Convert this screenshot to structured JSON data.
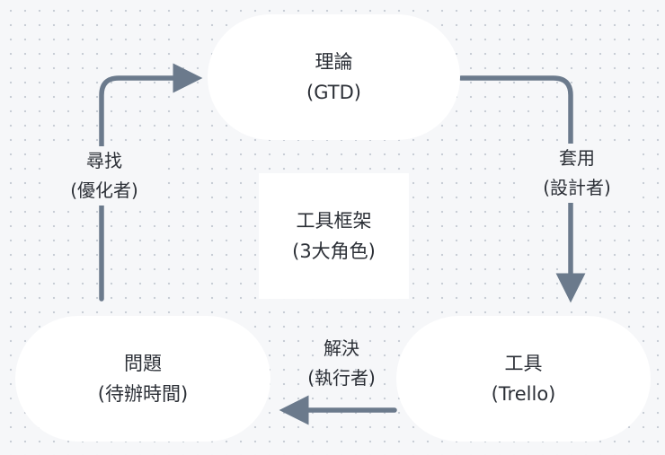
{
  "nodes": {
    "theory": {
      "line1": "理論",
      "line2": "(GTD)"
    },
    "problem": {
      "line1": "問題",
      "line2": "(待辦時間)"
    },
    "tool": {
      "line1": "工具",
      "line2": "(Trello)"
    },
    "center": {
      "line1": "工具框架",
      "line2": "(3大角色)"
    }
  },
  "edges": {
    "search": {
      "line1": "尋找",
      "line2": "(優化者)"
    },
    "apply": {
      "line1": "套用",
      "line2": "(設計者)"
    },
    "solve": {
      "line1": "解決",
      "line2": "(執行者)"
    }
  },
  "colors": {
    "arrow": "#6b7a8c",
    "node_fill": "#ffffff",
    "background": "#f6f7f9",
    "grid_dot": "#c9ced6"
  }
}
